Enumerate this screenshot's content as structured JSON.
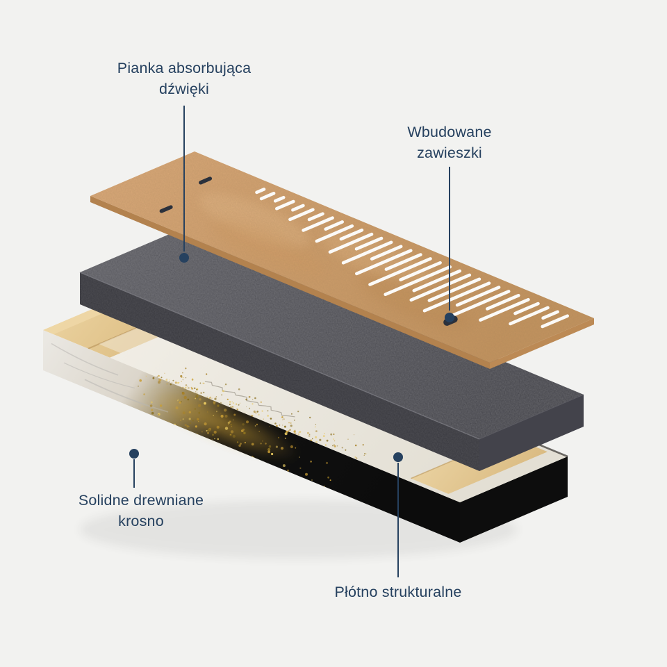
{
  "palette": {
    "background": "#f2f2f0",
    "accent_navy": "#26415f",
    "board_tan": "#d9a97a",
    "board_tan_dark": "#c2935f",
    "board_edge": "#b3824e",
    "board_edge_right": "#bc8a55",
    "cutout_white": "#fbfaf8",
    "hanger_dark": "#2b313c",
    "foam_light": "#5d5d63",
    "foam_dark": "#47474d",
    "foam_front": "#3a3a40",
    "foam_right": "#43434b",
    "canvas_white": "#f4f1ea",
    "canvas_shade": "#e3dfd4",
    "wood_light": "#eed7a6",
    "wood_mid": "#d9b87c",
    "wood_dark": "#c09e64",
    "glitter_gold": "#c89d35",
    "glitter_light": "#e7c75f",
    "glitter_deep": "#8a6f1f",
    "marble_gray": "#b9b7b2",
    "canvas_black": "#111111"
  },
  "labels": {
    "foam": {
      "line1": "Pianka absorbująca",
      "line2": "dźwięki"
    },
    "hangers": {
      "line1": "Wbudowane",
      "line2": "zawieszki"
    },
    "frame": {
      "line1": "Solidne drewniane",
      "line2": "krosno"
    },
    "canvas": {
      "line1": "Płótno strukturalne"
    }
  },
  "diagram": {
    "soundwave_lengths": [
      0.07,
      0.12,
      0.08,
      0.16,
      0.1,
      0.22,
      0.13,
      0.28,
      0.16,
      0.34,
      0.2,
      0.4,
      0.24,
      0.46,
      0.28,
      0.52,
      0.33,
      0.58,
      0.38,
      0.62,
      0.44,
      0.56,
      0.48,
      0.62,
      0.4,
      0.54,
      0.3,
      0.46,
      0.22,
      0.36,
      0.14,
      0.24
    ]
  }
}
